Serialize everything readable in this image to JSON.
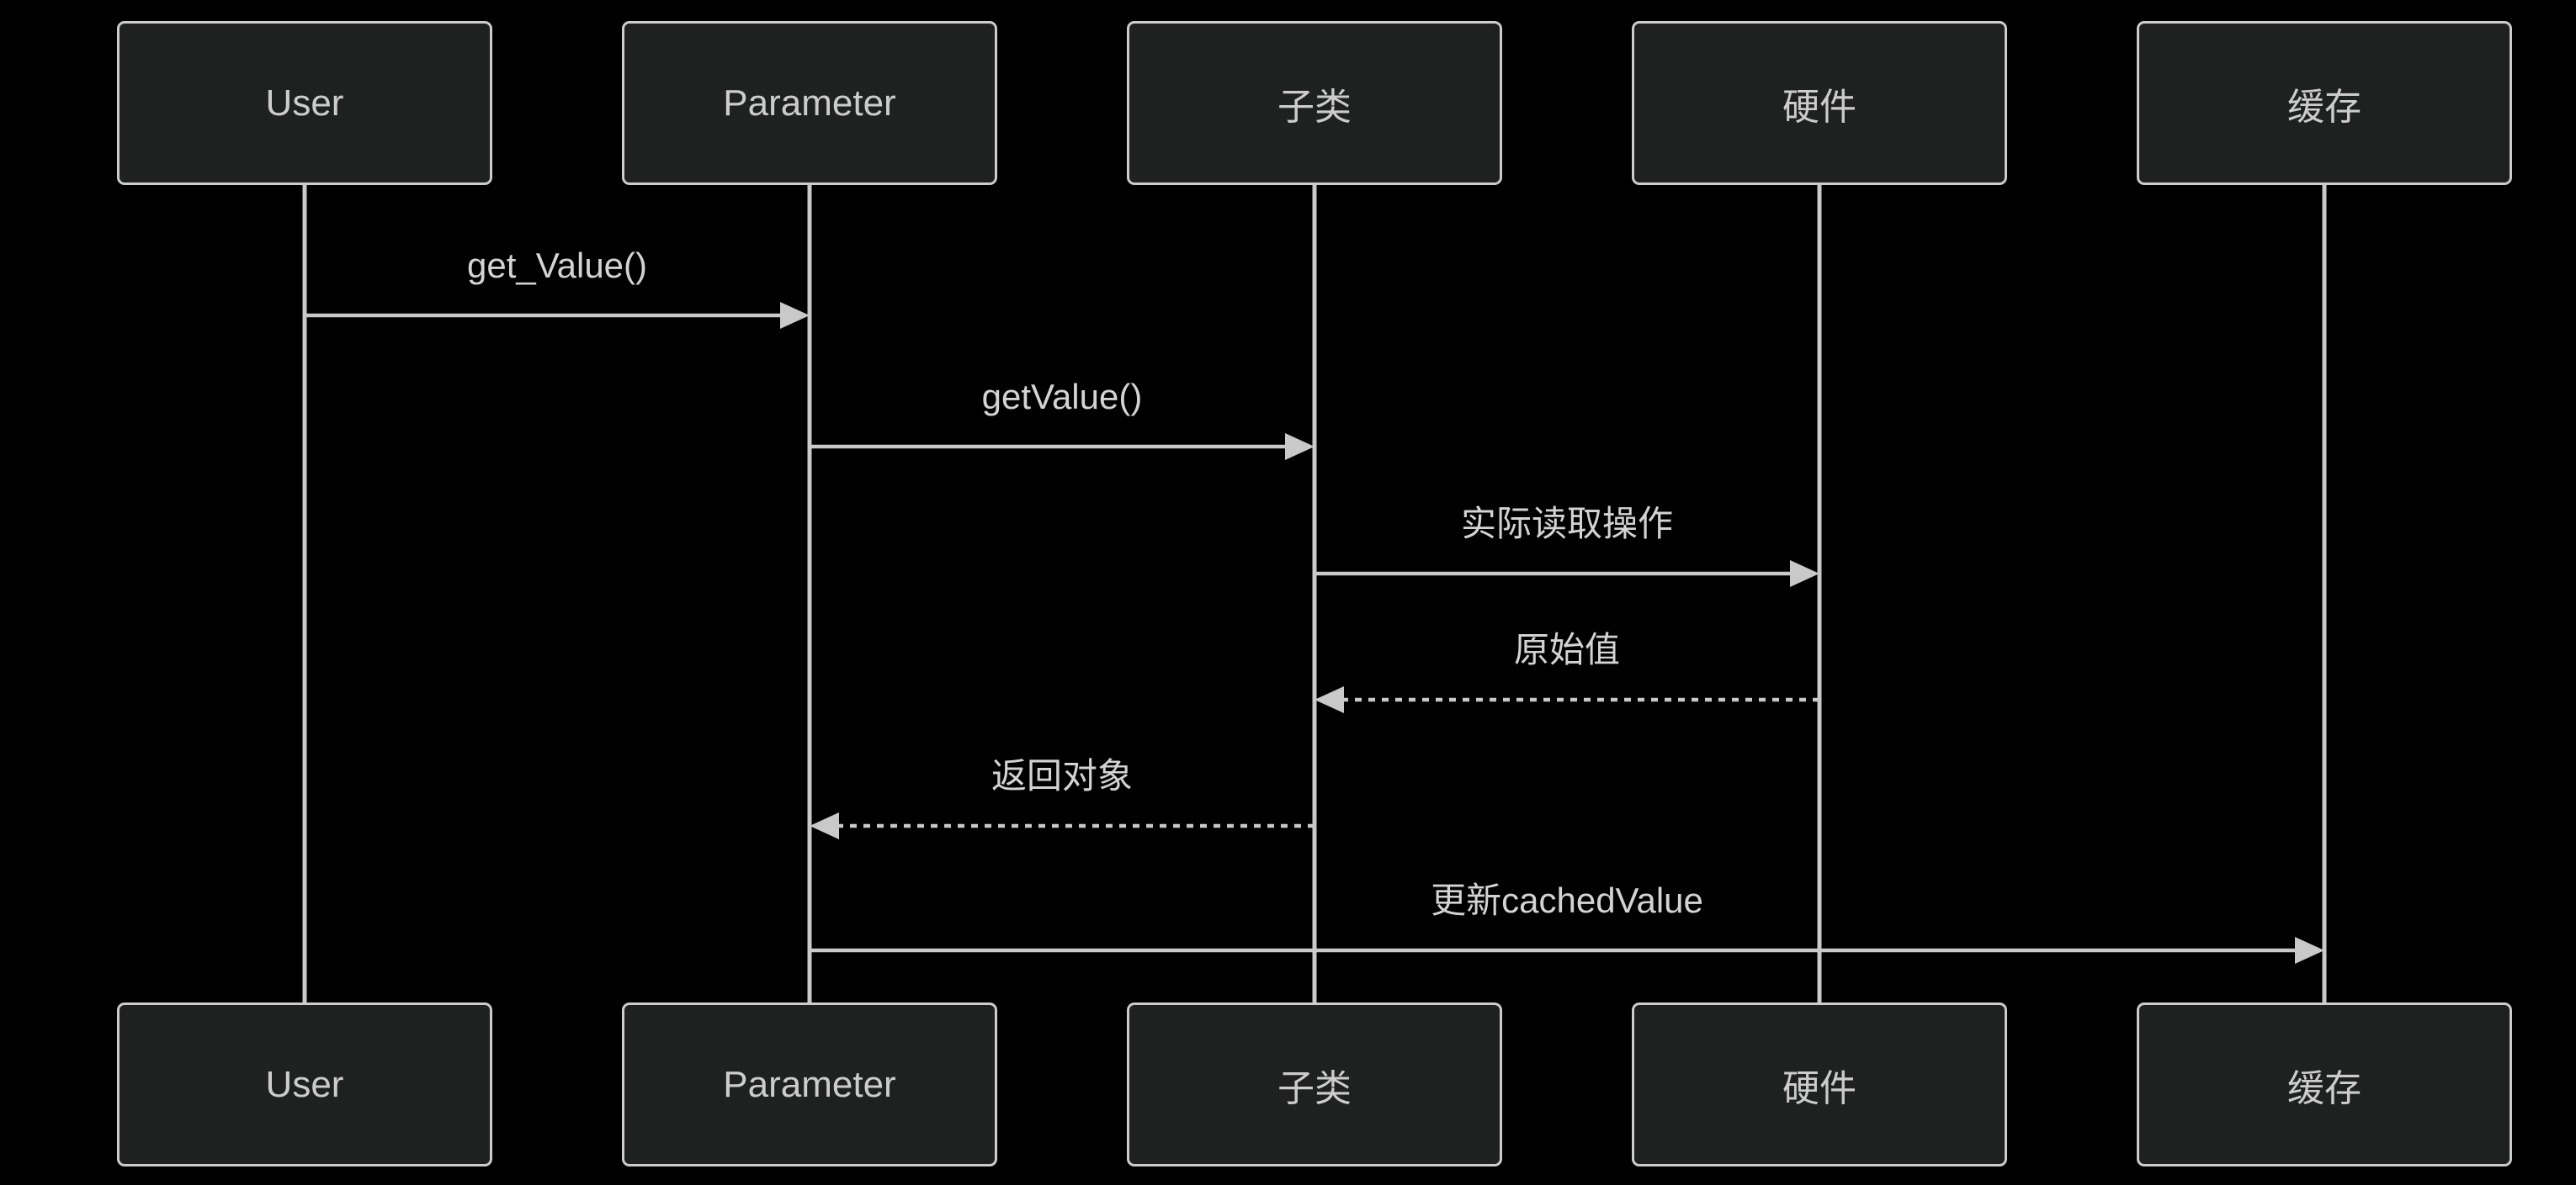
{
  "diagram": {
    "type": "sequence-diagram",
    "actors": [
      {
        "id": "user",
        "label": "User"
      },
      {
        "id": "parameter",
        "label": "Parameter"
      },
      {
        "id": "subclass",
        "label": "子类"
      },
      {
        "id": "hardware",
        "label": "硬件"
      },
      {
        "id": "cache",
        "label": "缓存"
      }
    ],
    "messages": [
      {
        "from": "User",
        "to": "Parameter",
        "label": "get_Value()",
        "line": "solid",
        "direction": "right"
      },
      {
        "from": "Parameter",
        "to": "子类",
        "label": "getValue()",
        "line": "solid",
        "direction": "right"
      },
      {
        "from": "子类",
        "to": "硬件",
        "label": "实际读取操作",
        "line": "solid",
        "direction": "right"
      },
      {
        "from": "硬件",
        "to": "子类",
        "label": "原始值",
        "line": "dotted",
        "direction": "left"
      },
      {
        "from": "子类",
        "to": "Parameter",
        "label": "返回对象",
        "line": "dotted",
        "direction": "left"
      },
      {
        "from": "Parameter",
        "to": "缓存",
        "label": "更新cachedValue",
        "line": "solid",
        "direction": "right"
      }
    ]
  },
  "colors": {
    "background": "#000000",
    "actor_fill": "#1f2020",
    "actor_border": "#cccccc",
    "actor_text": "#cccccc",
    "line": "#c9c9c9",
    "message_text": "#d3d3d3"
  }
}
